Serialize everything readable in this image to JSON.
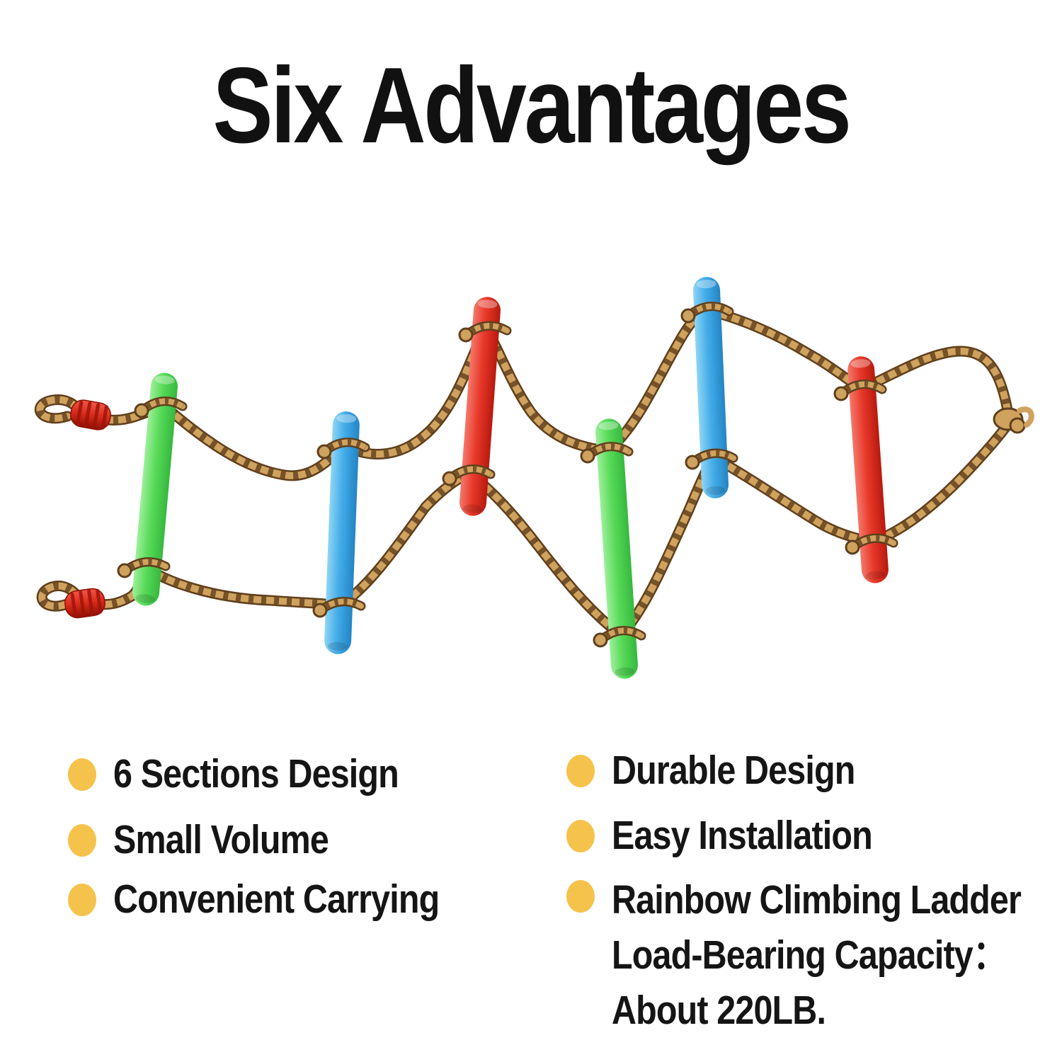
{
  "title": "Six Advantages",
  "advantages": {
    "left": [
      {
        "label": "6 Sections Design"
      },
      {
        "label": "Small Volume"
      },
      {
        "label": "Convenient Carrying"
      }
    ],
    "right": [
      {
        "lines": [
          "Durable Design"
        ]
      },
      {
        "lines": [
          "Easy Installation"
        ]
      },
      {
        "lines": [
          "Rainbow Climbing Ladder",
          "Load-Bearing Capacity：",
          "About 220LB."
        ]
      }
    ]
  },
  "illustration": {
    "description": "rope climbing ladder with six colored rungs laid in a serpentine curve",
    "rung_color_order": [
      "green",
      "blue",
      "red",
      "green",
      "blue",
      "red"
    ],
    "left_ends": "two rope loops with red ribbed grips",
    "right_end": "rope loop tied in a knot"
  },
  "colors": {
    "title_text": "#111111",
    "body_text": "#151515",
    "bullet_dot": "#f5c24b",
    "rope_light": "#cfa25e",
    "rope_dark": "#5f3f1c",
    "grip_rib": "#9e1508",
    "rung_green": {
      "light": "#9df09a",
      "base": "#58da58",
      "dark": "#35b83e"
    },
    "rung_blue": {
      "light": "#8fd6f4",
      "base": "#44ace9",
      "dark": "#2384c4"
    },
    "rung_red": {
      "light": "#f4796a",
      "base": "#e8392a",
      "dark": "#b7190e"
    },
    "grip_red": {
      "light": "#f2564a",
      "base": "#d92b1a",
      "dark": "#8f0f05"
    }
  }
}
